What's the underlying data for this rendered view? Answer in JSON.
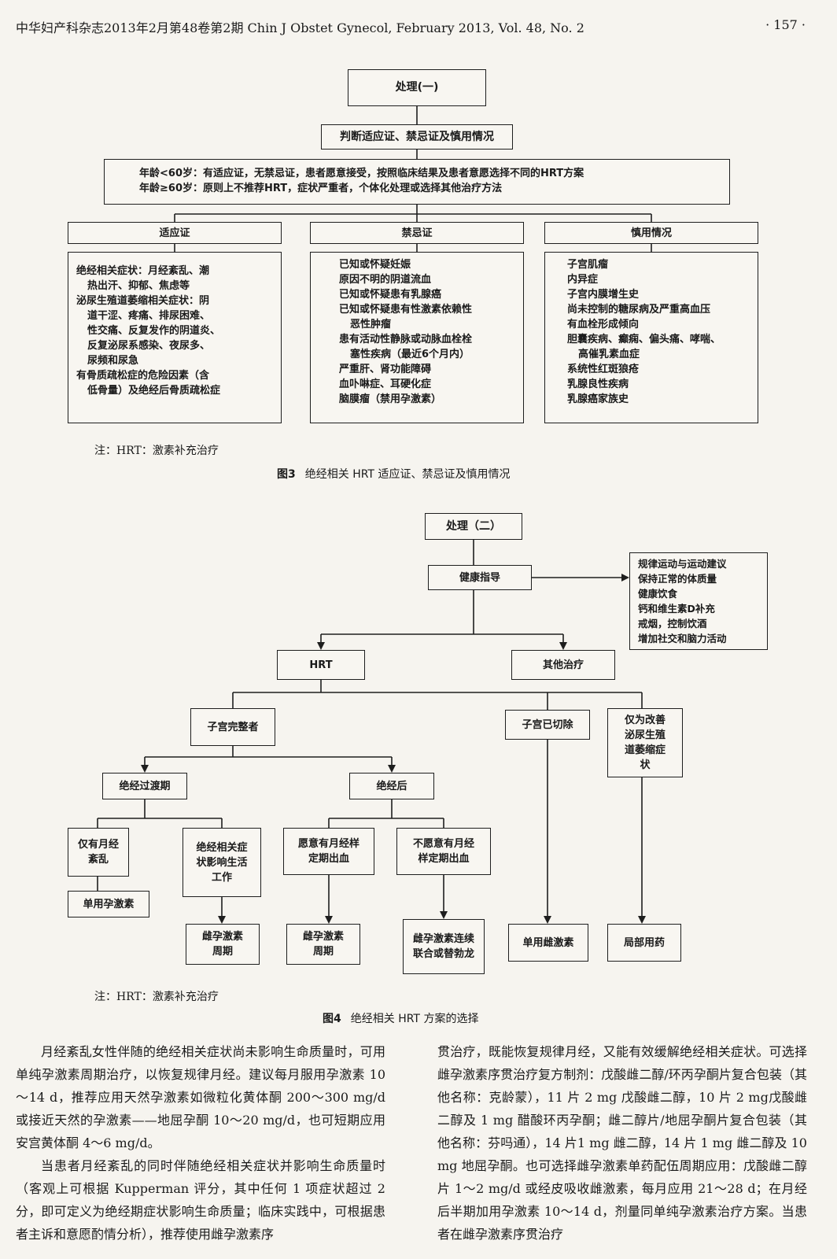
{
  "header": {
    "left": "中华妇产科杂志2013年2月第48卷第2期  Chin J Obstet Gynecol, February 2013, Vol. 48, No. 2",
    "page_number": "· 157 ·"
  },
  "figure3": {
    "top": "处理(一)",
    "judge": "判断适应证、禁忌证及慎用情况",
    "age_lines": [
      "年龄<60岁：有适应证，无禁忌证，患者愿意接受，按照临床结果及患者意愿选择不同的HRT方案",
      "年龄≥60岁：原则上不推荐HRT，症状严重者，个体化处理或选择其他治疗方法"
    ],
    "headers": [
      "适应证",
      "禁忌证",
      "慎用情况"
    ],
    "indications": [
      {
        "t": "绝经相关症状：月经紊乱、潮",
        "i": false
      },
      {
        "t": "热出汗、抑郁、焦虑等",
        "i": true
      },
      {
        "t": "泌尿生殖道萎缩相关症状：阴",
        "i": false
      },
      {
        "t": "道干涩、疼痛、排尿困难、",
        "i": true
      },
      {
        "t": "性交痛、反复发作的阴道炎、",
        "i": true
      },
      {
        "t": "反复泌尿系感染、夜尿多、",
        "i": true
      },
      {
        "t": "尿频和尿急",
        "i": true
      },
      {
        "t": "有骨质疏松症的危险因素（含",
        "i": false
      },
      {
        "t": "低骨量）及绝经后骨质疏松症",
        "i": true
      }
    ],
    "contraindications": [
      {
        "t": "已知或怀疑妊娠",
        "i": false
      },
      {
        "t": "原因不明的阴道流血",
        "i": false
      },
      {
        "t": "已知或怀疑患有乳腺癌",
        "i": false
      },
      {
        "t": "已知或怀疑患有性激素依赖性",
        "i": false
      },
      {
        "t": "恶性肿瘤",
        "i": true
      },
      {
        "t": "患有活动性静脉或动脉血栓栓",
        "i": false
      },
      {
        "t": "塞性疾病（最近6个月内）",
        "i": true
      },
      {
        "t": "严重肝、肾功能障碍",
        "i": false
      },
      {
        "t": "血卟啉症、耳硬化症",
        "i": false
      },
      {
        "t": "脑膜瘤（禁用孕激素）",
        "i": false
      }
    ],
    "cautions": [
      {
        "t": "子宫肌瘤",
        "i": false
      },
      {
        "t": "内异症",
        "i": false
      },
      {
        "t": "子宫内膜增生史",
        "i": false
      },
      {
        "t": "尚未控制的糖尿病及严重高血压",
        "i": false
      },
      {
        "t": "有血栓形成倾向",
        "i": false
      },
      {
        "t": "胆囊疾病、癫痫、偏头痛、哮喘、",
        "i": false
      },
      {
        "t": "高催乳素血症",
        "i": true
      },
      {
        "t": "系统性红斑狼疮",
        "i": false
      },
      {
        "t": "乳腺良性疾病",
        "i": false
      },
      {
        "t": "乳腺癌家族史",
        "i": false
      }
    ],
    "note": "注：HRT：激素补充治疗",
    "caption_label": "图3",
    "caption_text": "绝经相关 HRT 适应证、禁忌证及慎用情况"
  },
  "figure4": {
    "top": "处理（二）",
    "health": "健康指导",
    "health_items": [
      "规律运动与运动建议",
      "保持正常的体质量",
      "健康饮食",
      "钙和维生素D补充",
      "戒烟，控制饮酒",
      "增加社交和脑力活动"
    ],
    "hrt": "HRT",
    "other": "其他治疗",
    "uterus_intact": "子宫完整者",
    "uterus_removed": "子宫已切除",
    "urogenital": "仅为改善泌尿生殖道萎缩症状",
    "perimenopause": "绝经过渡期",
    "postmenopause": "绝经后",
    "only_menstrual": "仅有月经紊乱",
    "symptoms_affect": "绝经相关症状影响生活工作",
    "want_bleeding": "愿意有月经样定期出血",
    "no_bleeding": "不愿意有月经样定期出血",
    "progestin_only": "单用孕激素",
    "ep_cycle_a": "雌孕激素周期",
    "ep_cycle_b": "雌孕激素周期",
    "ep_continuous": "雌孕激素连续联合或替勃龙",
    "estrogen_only": "单用雌激素",
    "local": "局部用药",
    "note": "注：HRT：激素补充治疗",
    "caption_label": "图4",
    "caption_text": "绝经相关 HRT 方案的选择"
  },
  "body": {
    "left": [
      "月经紊乱女性伴随的绝经相关症状尚未影响生命质量时，可用单纯孕激素周期治疗，以恢复规律月经。建议每月服用孕激素 10～14 d，推荐应用天然孕激素如微粒化黄体酮 200～300 mg/d 或接近天然的孕激素——地屈孕酮 10～20 mg/d，也可短期应用安宫黄体酮 4～6 mg/d。",
      "当患者月经紊乱的同时伴随绝经相关症状并影响生命质量时（客观上可根据 Kupperman 评分，其中任何 1 项症状超过 2 分，即可定义为绝经期症状影响生命质量；临床实践中，可根据患者主诉和意愿酌情分析），推荐使用雌孕激素序"
    ],
    "right": [
      "贯治疗，既能恢复规律月经，又能有效缓解绝经相关症状。可选择雌孕激素序贯治疗复方制剂：戊酸雌二醇/环丙孕酮片复合包装（其他名称：克龄蒙），11 片 2 mg 戊酸雌二醇，10 片 2 mg戊酸雌二醇及 1 mg 醋酸环丙孕酮；雌二醇片/地屈孕酮片复合包装（其他名称：芬吗通），14 片1 mg 雌二醇，14 片 1 mg 雌二醇及 10 mg 地屈孕酮。也可选择雌孕激素单药配伍周期应用：戊酸雌二醇片 1～2 mg/d 或经皮吸收雌激素，每月应用 21～28 d；在月经后半期加用孕激素 10～14 d，剂量同单纯孕激素治疗方案。当患者在雌孕激素序贯治疗"
    ]
  }
}
